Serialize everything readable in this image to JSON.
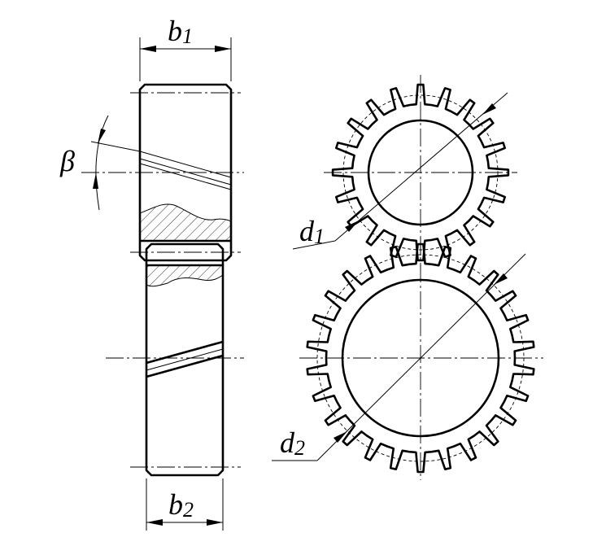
{
  "labels": {
    "b1": {
      "main": "b",
      "sub": "1"
    },
    "b2": {
      "main": "b",
      "sub": "2"
    },
    "beta": {
      "main": "β"
    },
    "d1": {
      "main": "d",
      "sub": "1"
    },
    "d2": {
      "main": "d",
      "sub": "2"
    }
  },
  "gears": {
    "pinion": {
      "teeth": 20
    },
    "wheel": {
      "teeth": 26
    }
  },
  "colors": {
    "ink": "#000000",
    "paper": "#ffffff"
  }
}
